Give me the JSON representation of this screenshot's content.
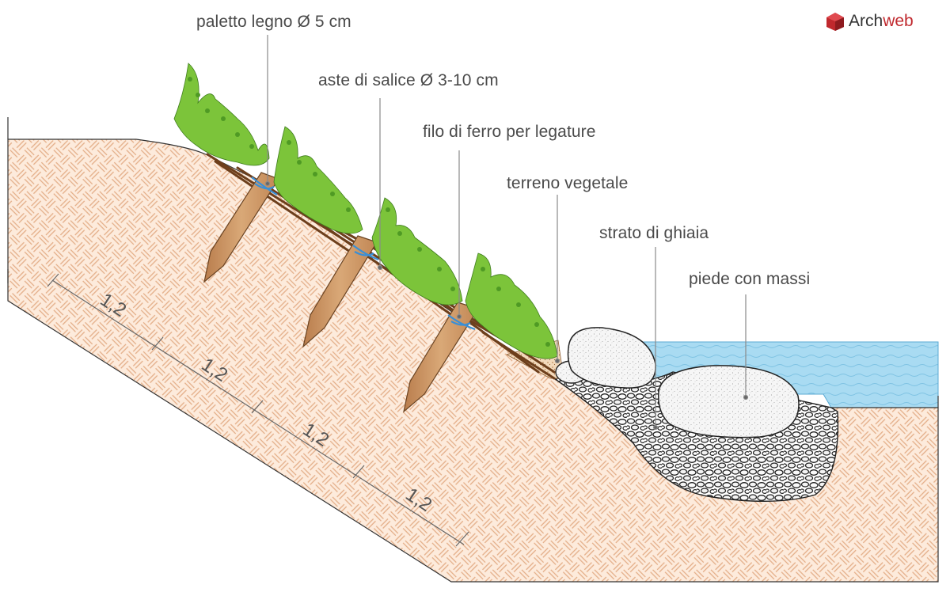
{
  "brand": {
    "name_part1": "Arch",
    "name_part2": "web"
  },
  "labels": {
    "stake": "paletto legno Ø 5 cm",
    "willow": "aste di salice Ø 3-10 cm",
    "wire": "filo di ferro per legature",
    "topsoil": "terreno vegetale",
    "gravel": "strato di ghiaia",
    "boulders": "piede con massi"
  },
  "dimensions": [
    "1,2",
    "1,2",
    "1,2",
    "1,2"
  ],
  "colors": {
    "soil": "#fbe6d4",
    "soil_hatch": "#e0a77e",
    "water": "#a9dbf2",
    "wood": "#cf9a6a",
    "foliage": "#7cc43a",
    "wire": "#3a8fd6",
    "branch": "#7a4a25",
    "text": "#4a4a4a",
    "brand_accent": "#c0282d"
  }
}
